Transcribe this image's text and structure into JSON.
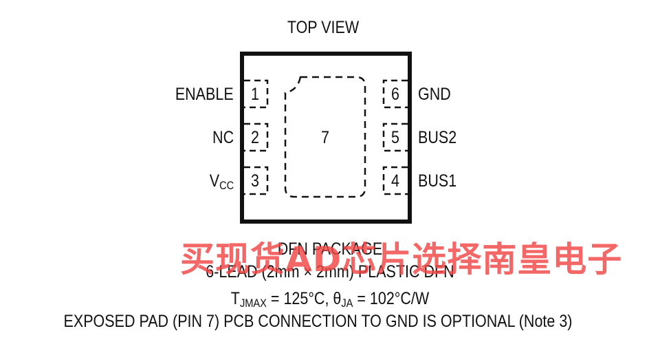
{
  "title": "TOP VIEW",
  "package_outline": {
    "stroke": "#111111"
  },
  "pins_left": [
    {
      "number": "1",
      "label": "ENABLE"
    },
    {
      "number": "2",
      "label": "NC"
    },
    {
      "number": "3",
      "label_main": "V",
      "label_sub": "CC"
    }
  ],
  "pins_right": [
    {
      "number": "6",
      "label": "GND"
    },
    {
      "number": "5",
      "label": "BUS2"
    },
    {
      "number": "4",
      "label": "BUS1"
    }
  ],
  "exposed_pad": {
    "number": "7"
  },
  "caption": {
    "line1": "DFN PACKAGE",
    "line2": "6-LEAD (2mm × 2mm) PLASTIC DFN",
    "line3": {
      "t_main": "T",
      "t_sub": "JMAX",
      "t_value": " = 125°C, ",
      "theta_main": "θ",
      "theta_sub": "JA",
      "theta_value": " = 102°C/W"
    },
    "line4": "EXPOSED PAD (PIN 7) PCB CONNECTION TO GND IS OPTIONAL (Note 3)"
  },
  "watermark": {
    "text": "买现货AD芯片选择南皇电子",
    "color": "#f04646"
  }
}
